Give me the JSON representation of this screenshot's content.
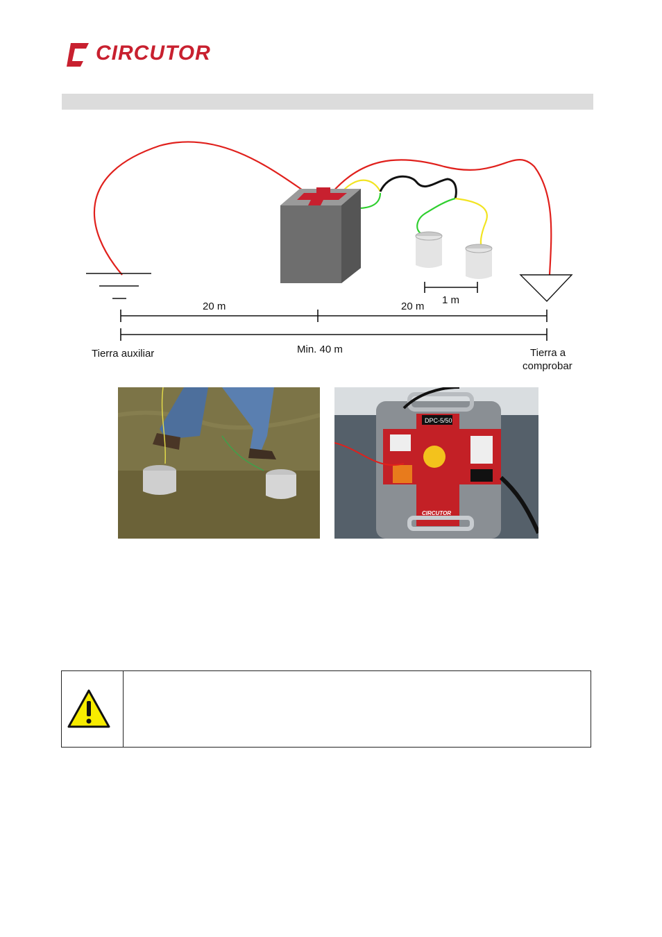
{
  "header": {
    "logo_text": "CIRCUTOR"
  },
  "section": {
    "title": ""
  },
  "diagram": {
    "label_20m_left": "20 m",
    "label_20m_right": "20 m",
    "label_1m": "1 m",
    "label_min40": "Min. 40 m",
    "label_aux_ground": "Tierra auxiliar",
    "label_test_ground_line1": "Tierra a",
    "label_test_ground_line2": "comprobar"
  },
  "photos": {
    "right_device_model": "DPC-5/50",
    "right_device_brand": "CIRCUTOR"
  },
  "warning": {
    "text": "",
    "icon": "warning-triangle-icon"
  },
  "colors": {
    "brand_red": "#c8202f",
    "wire_red": "#e0201c",
    "wire_yellow": "#f2e422",
    "wire_green": "#2fcf2f",
    "section_bar": "#dcdcdc"
  }
}
